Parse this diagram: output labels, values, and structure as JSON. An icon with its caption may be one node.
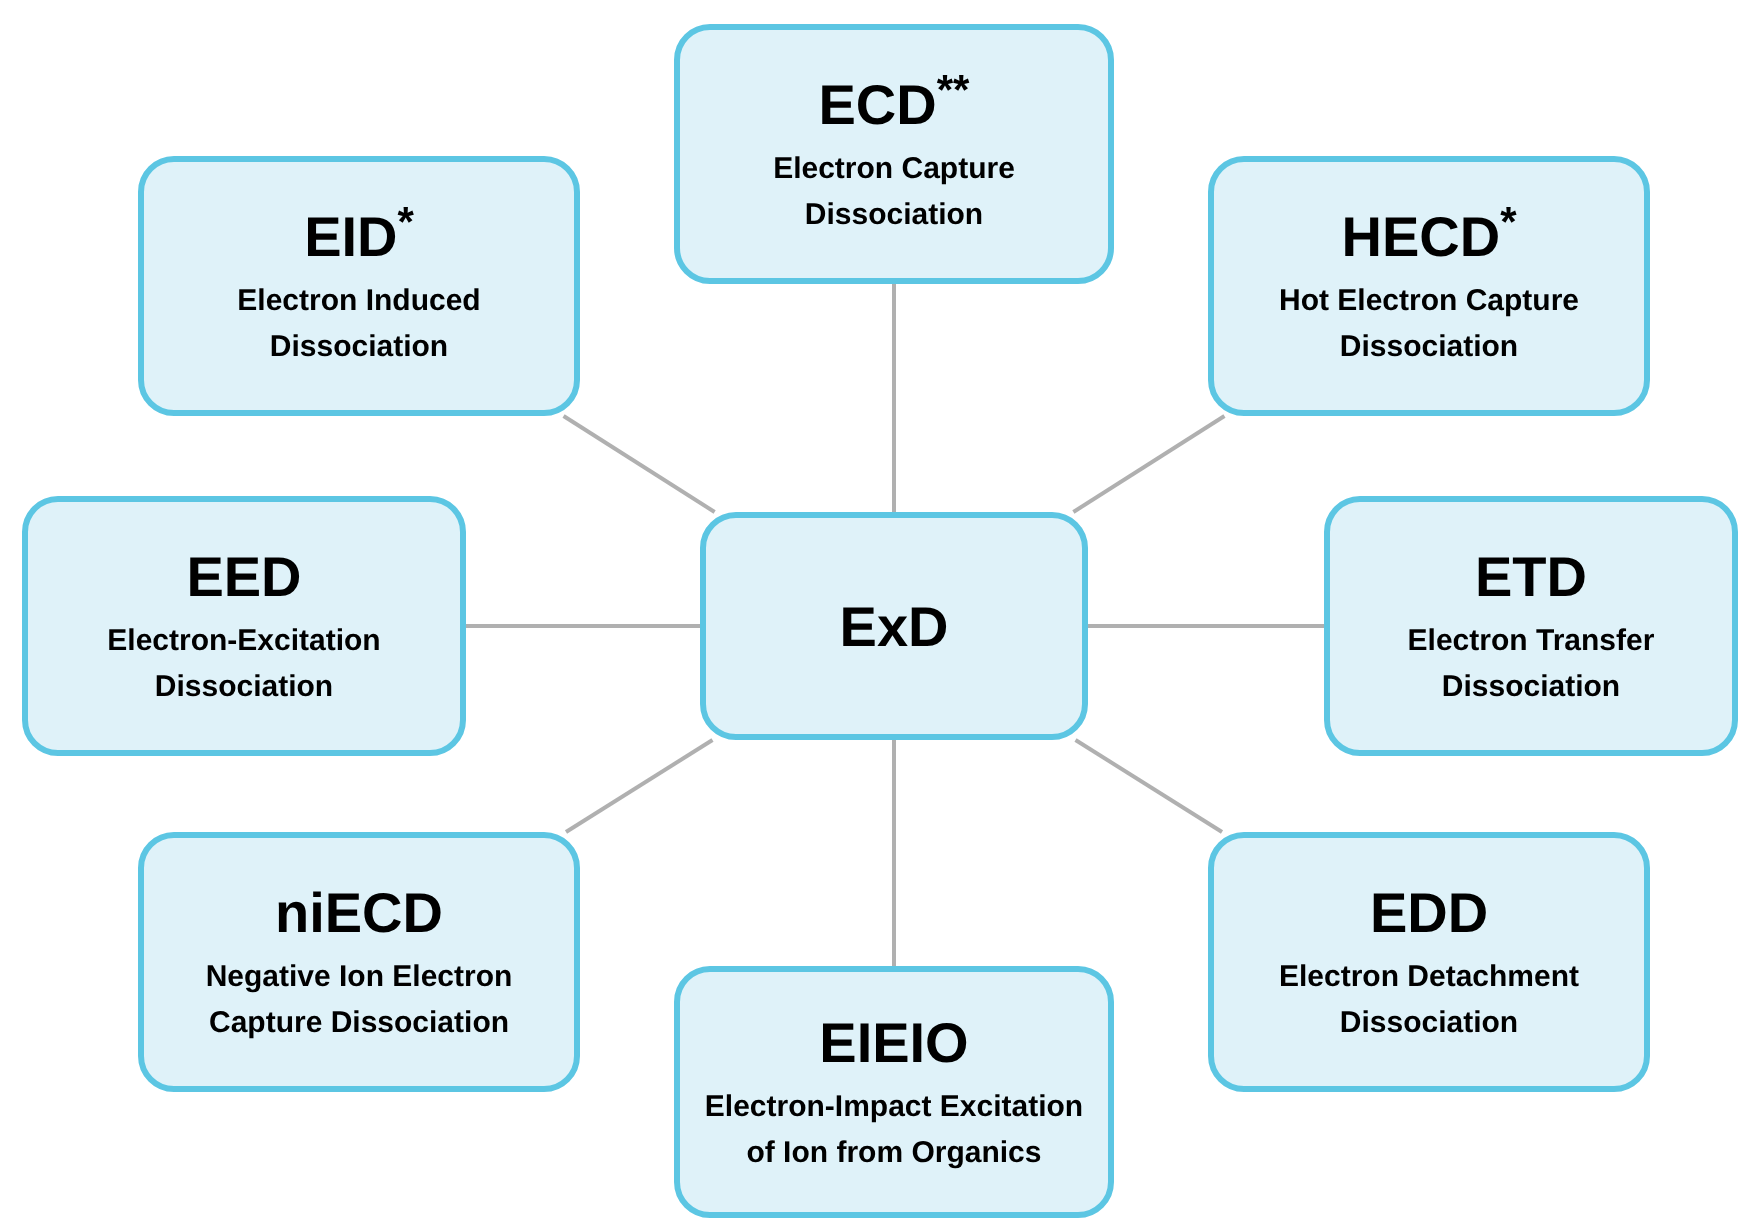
{
  "diagram": {
    "nodes": [
      {
        "text": [
          "ECD$^{**}$",
          "Electron Capture Dissociation"
        ]
      },
      {
        "text": [
          "EID$^{*}$",
          "Electron Induced Dissociation"
        ]
      },
      {
        "text": [
          "HECD$^{*}$",
          "Hot Electron Capture Dissociation"
        ]
      },
      {
        "text": [
          "EED",
          "Electron-Excitation Dissociation"
        ]
      },
      {
        "text": [
          "ExD"
        ]
      },
      {
        "text": [
          "ETD",
          "Electron Transfer Dissociation"
        ]
      },
      {
        "text": [
          "niECD",
          "Negative Ion Electron Capture Dissociation"
        ]
      },
      {
        "text": [
          "EDD",
          "Electron Detachment Dissociation"
        ]
      },
      {
        "text": [
          "EIEIO",
          "Electron-Impact Excitation of Ion from Organics"
        ]
      }
    ],
    "edges": [
      {
        "from": 4,
        "to": 0,
        "arrow": "none"
      },
      {
        "from": 4,
        "to": 1,
        "arrow": "none"
      },
      {
        "from": 4,
        "to": 2,
        "arrow": "none"
      },
      {
        "from": 4,
        "to": 3,
        "arrow": "none"
      },
      {
        "from": 4,
        "to": 5,
        "arrow": "none"
      },
      {
        "from": 4,
        "to": 6,
        "arrow": "none"
      },
      {
        "from": 4,
        "to": 7,
        "arrow": "none"
      },
      {
        "from": 4,
        "to": 8,
        "arrow": "none"
      }
    ]
  }
}
